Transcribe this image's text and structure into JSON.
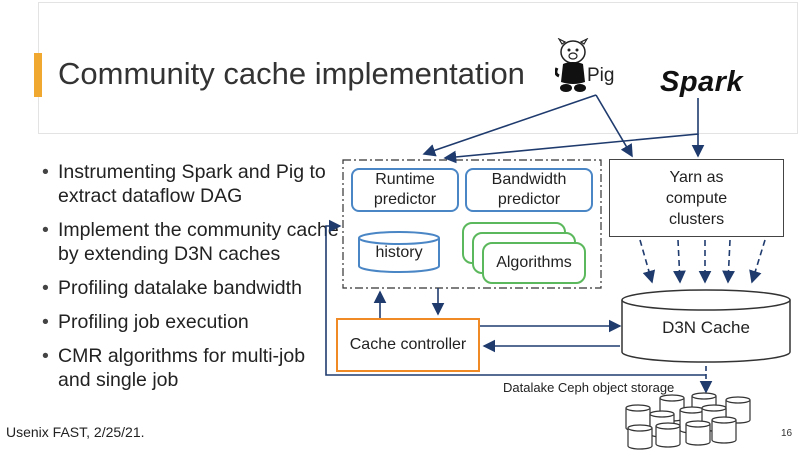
{
  "title": "Community cache implementation",
  "bullets": [
    "Instrumenting Spark and Pig to extract dataflow DAG",
    "Implement the community cache by extending D3N caches",
    "Profiling datalake bandwidth",
    "Profiling job execution",
    "CMR algorithms for multi-job and single job"
  ],
  "logos": {
    "pig": "Pig",
    "spark": "Spark"
  },
  "diagram": {
    "runtime_predictor": "Runtime predictor",
    "bandwidth_predictor": "Bandwidth predictor",
    "history": "history",
    "algorithms": "Algorithms",
    "yarn": "Yarn as compute clusters",
    "d3n_cache": "D3N Cache",
    "cache_controller": "Cache controller",
    "datalake": "Datalake Ceph object storage"
  },
  "footer": "Usenix FAST, 2/25/21.",
  "page_number": "16",
  "colors": {
    "accent": "#f0a830",
    "arrow": "#1f3b6e",
    "blue_border": "#4a86c5",
    "green_border": "#5cb85c",
    "controller_border": "#f08a24"
  }
}
